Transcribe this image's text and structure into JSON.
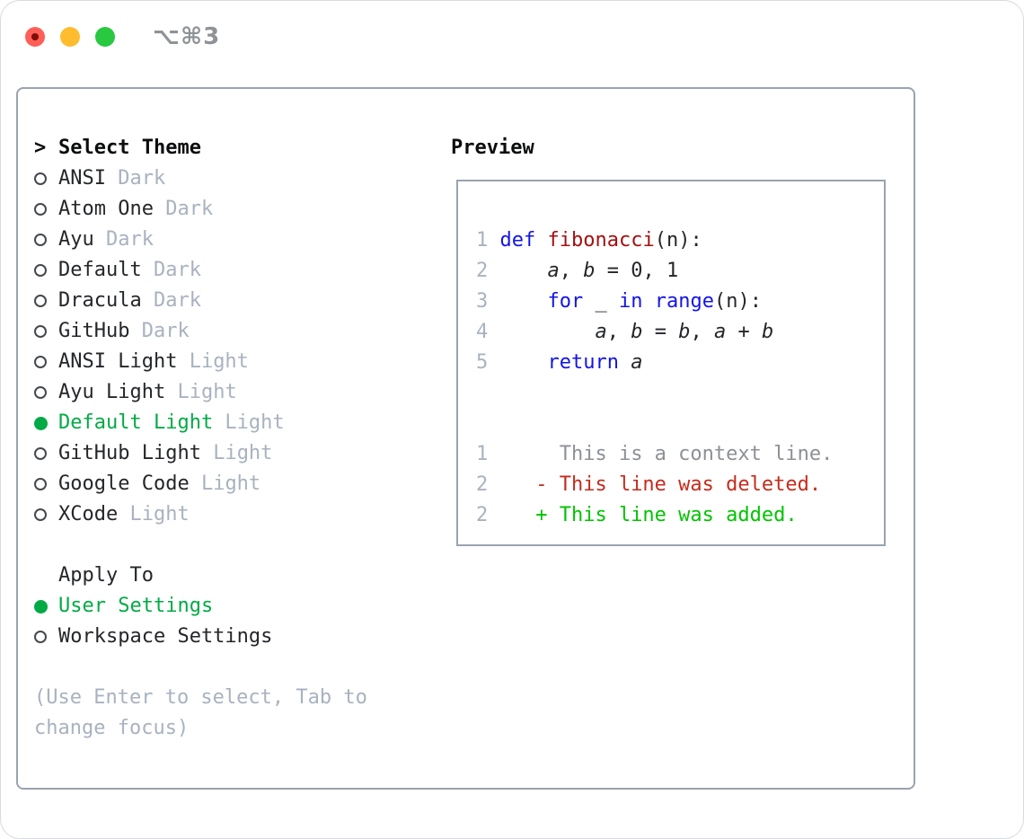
{
  "window": {
    "title": "⌥⌘3"
  },
  "theme_panel": {
    "prompt": ">",
    "header": "Select Theme",
    "themes": [
      {
        "name": "ANSI",
        "variant": "Dark",
        "selected": false
      },
      {
        "name": "Atom One",
        "variant": "Dark",
        "selected": false
      },
      {
        "name": "Ayu",
        "variant": "Dark",
        "selected": false
      },
      {
        "name": "Default",
        "variant": "Dark",
        "selected": false
      },
      {
        "name": "Dracula",
        "variant": "Dark",
        "selected": false
      },
      {
        "name": "GitHub",
        "variant": "Dark",
        "selected": false
      },
      {
        "name": "ANSI Light",
        "variant": "Light",
        "selected": false
      },
      {
        "name": "Ayu Light",
        "variant": "Light",
        "selected": false
      },
      {
        "name": "Default Light",
        "variant": "Light",
        "selected": true
      },
      {
        "name": "GitHub Light",
        "variant": "Light",
        "selected": false
      },
      {
        "name": "Google Code",
        "variant": "Light",
        "selected": false
      },
      {
        "name": "XCode",
        "variant": "Light",
        "selected": false
      }
    ],
    "apply_to": {
      "header": "Apply To",
      "options": [
        {
          "name": "User Settings",
          "selected": true
        },
        {
          "name": "Workspace Settings",
          "selected": false
        }
      ]
    },
    "help_lines": [
      "(Use Enter to select, Tab to",
      "change focus)"
    ]
  },
  "preview": {
    "title": "Preview",
    "lines": [
      {
        "num": "",
        "tokens": []
      },
      {
        "num": "1",
        "tokens": [
          {
            "c": "pl",
            "t": " "
          },
          {
            "c": "kw",
            "t": "def"
          },
          {
            "c": "pl",
            "t": " "
          },
          {
            "c": "fn",
            "t": "fibonacci"
          },
          {
            "c": "pl",
            "t": "(n):"
          }
        ]
      },
      {
        "num": "2",
        "tokens": [
          {
            "c": "pl",
            "t": "     "
          },
          {
            "c": "var",
            "t": "a"
          },
          {
            "c": "pl",
            "t": ", "
          },
          {
            "c": "var",
            "t": "b"
          },
          {
            "c": "pl",
            "t": " = 0, 1"
          }
        ]
      },
      {
        "num": "3",
        "tokens": [
          {
            "c": "pl",
            "t": "     "
          },
          {
            "c": "kw",
            "t": "for"
          },
          {
            "c": "pl",
            "t": " _ "
          },
          {
            "c": "kw",
            "t": "in"
          },
          {
            "c": "pl",
            "t": " "
          },
          {
            "c": "kw",
            "t": "range"
          },
          {
            "c": "pl",
            "t": "(n):"
          }
        ]
      },
      {
        "num": "4",
        "tokens": [
          {
            "c": "pl",
            "t": "         "
          },
          {
            "c": "var",
            "t": "a"
          },
          {
            "c": "pl",
            "t": ", "
          },
          {
            "c": "var",
            "t": "b"
          },
          {
            "c": "pl",
            "t": " = "
          },
          {
            "c": "var",
            "t": "b"
          },
          {
            "c": "pl",
            "t": ", "
          },
          {
            "c": "var",
            "t": "a"
          },
          {
            "c": "pl",
            "t": " + "
          },
          {
            "c": "var",
            "t": "b"
          }
        ]
      },
      {
        "num": "5",
        "tokens": [
          {
            "c": "pl",
            "t": "     "
          },
          {
            "c": "kw",
            "t": "return"
          },
          {
            "c": "pl",
            "t": " "
          },
          {
            "c": "var",
            "t": "a"
          }
        ]
      },
      {
        "num": "",
        "tokens": []
      },
      {
        "num": "",
        "tokens": []
      },
      {
        "num": "1",
        "tokens": [
          {
            "c": "ctx",
            "t": "      This is a context line."
          }
        ]
      },
      {
        "num": "2",
        "tokens": [
          {
            "c": "del",
            "t": "    - This line was deleted."
          }
        ]
      },
      {
        "num": "2",
        "tokens": [
          {
            "c": "add",
            "t": "    + This line was added."
          }
        ]
      }
    ]
  },
  "colors": {
    "accent-green": "#00ab45",
    "keyword-blue": "#1414e8",
    "function-red": "#a31010",
    "deleted-red": "#c62b1c",
    "added-green": "#00c400",
    "context-gray": "#8d9096",
    "muted-gray": "#a9b2bf",
    "text-dark": "#24262a",
    "border-gray": "#9aa3ae",
    "title-gray": "#8f9296",
    "traffic-red": "#ff5f57",
    "traffic-yellow": "#febc2e",
    "traffic-green": "#28c840",
    "traffic-red-dot": "#7d0d07"
  }
}
